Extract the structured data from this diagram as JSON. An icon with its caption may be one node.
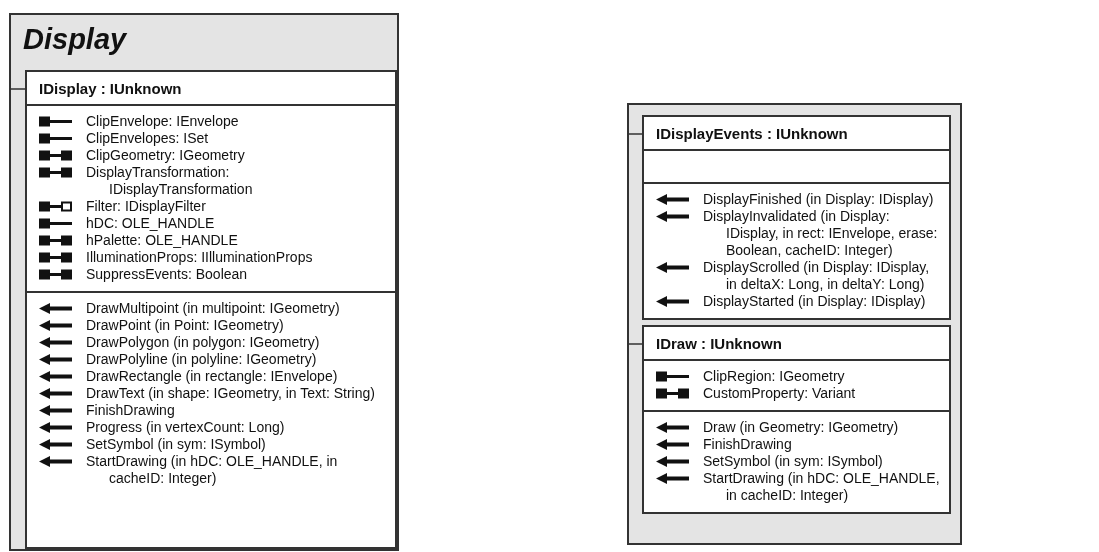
{
  "diagram": {
    "nodes": [
      {
        "text": [
          "Display"
        ]
      },
      {
        "text": [
          "IDisplay : IUnknown",
          "ClipEnvelope: IEnvelope",
          "ClipEnvelopes: ISet",
          "ClipGeometry: IGeometry",
          "DisplayTransformation: IDisplayTransformation",
          "Filter: IDisplayFilter",
          "hDC: OLE_HANDLE",
          "hPalette: OLE_HANDLE",
          "IlluminationProps: IIlluminationProps",
          "SuppressEvents: Boolean",
          "DrawMultipoint (in multipoint: IGeometry)",
          "DrawPoint (in Point: IGeometry)",
          "DrawPolygon (in polygon: IGeometry)",
          "DrawPolyline (in polyline: IGeometry)",
          "DrawRectangle (in rectangle: IEnvelope)",
          "DrawText (in shape: IGeometry, in Text: String)",
          "FinishDrawing",
          "Progress (in vertexCount: Long)",
          "SetSymbol (in sym: ISymbol)",
          "StartDrawing (in hDC: OLE_HANDLE, in cacheID: Integer)"
        ],
        "in": 0
      },
      {
        "text": [],
        "shape": "box"
      },
      {
        "text": [
          "IDisplayEvents : IUnknown",
          "DisplayFinished (in Display: IDisplay)",
          "DisplayInvalidated (in Display: IDisplay, in rect: IEnvelope, erase: Boolean, cacheID: Integer)",
          "DisplayScrolled (in Display: IDisplay, in deltaX: Long, in deltaY: Long)",
          "DisplayStarted (in Display: IDisplay)"
        ],
        "in": 2
      },
      {
        "text": [
          "IDraw : IUnknown",
          "ClipRegion: IGeometry",
          "CustomProperty: Variant",
          "Draw (in Geometry: IGeometry)",
          "FinishDrawing",
          "SetSymbol (in sym: ISymbol)",
          "StartDrawing (in hDC: OLE_HANDLE, in cacheID: Integer)"
        ],
        "in": 2
      }
    ]
  }
}
